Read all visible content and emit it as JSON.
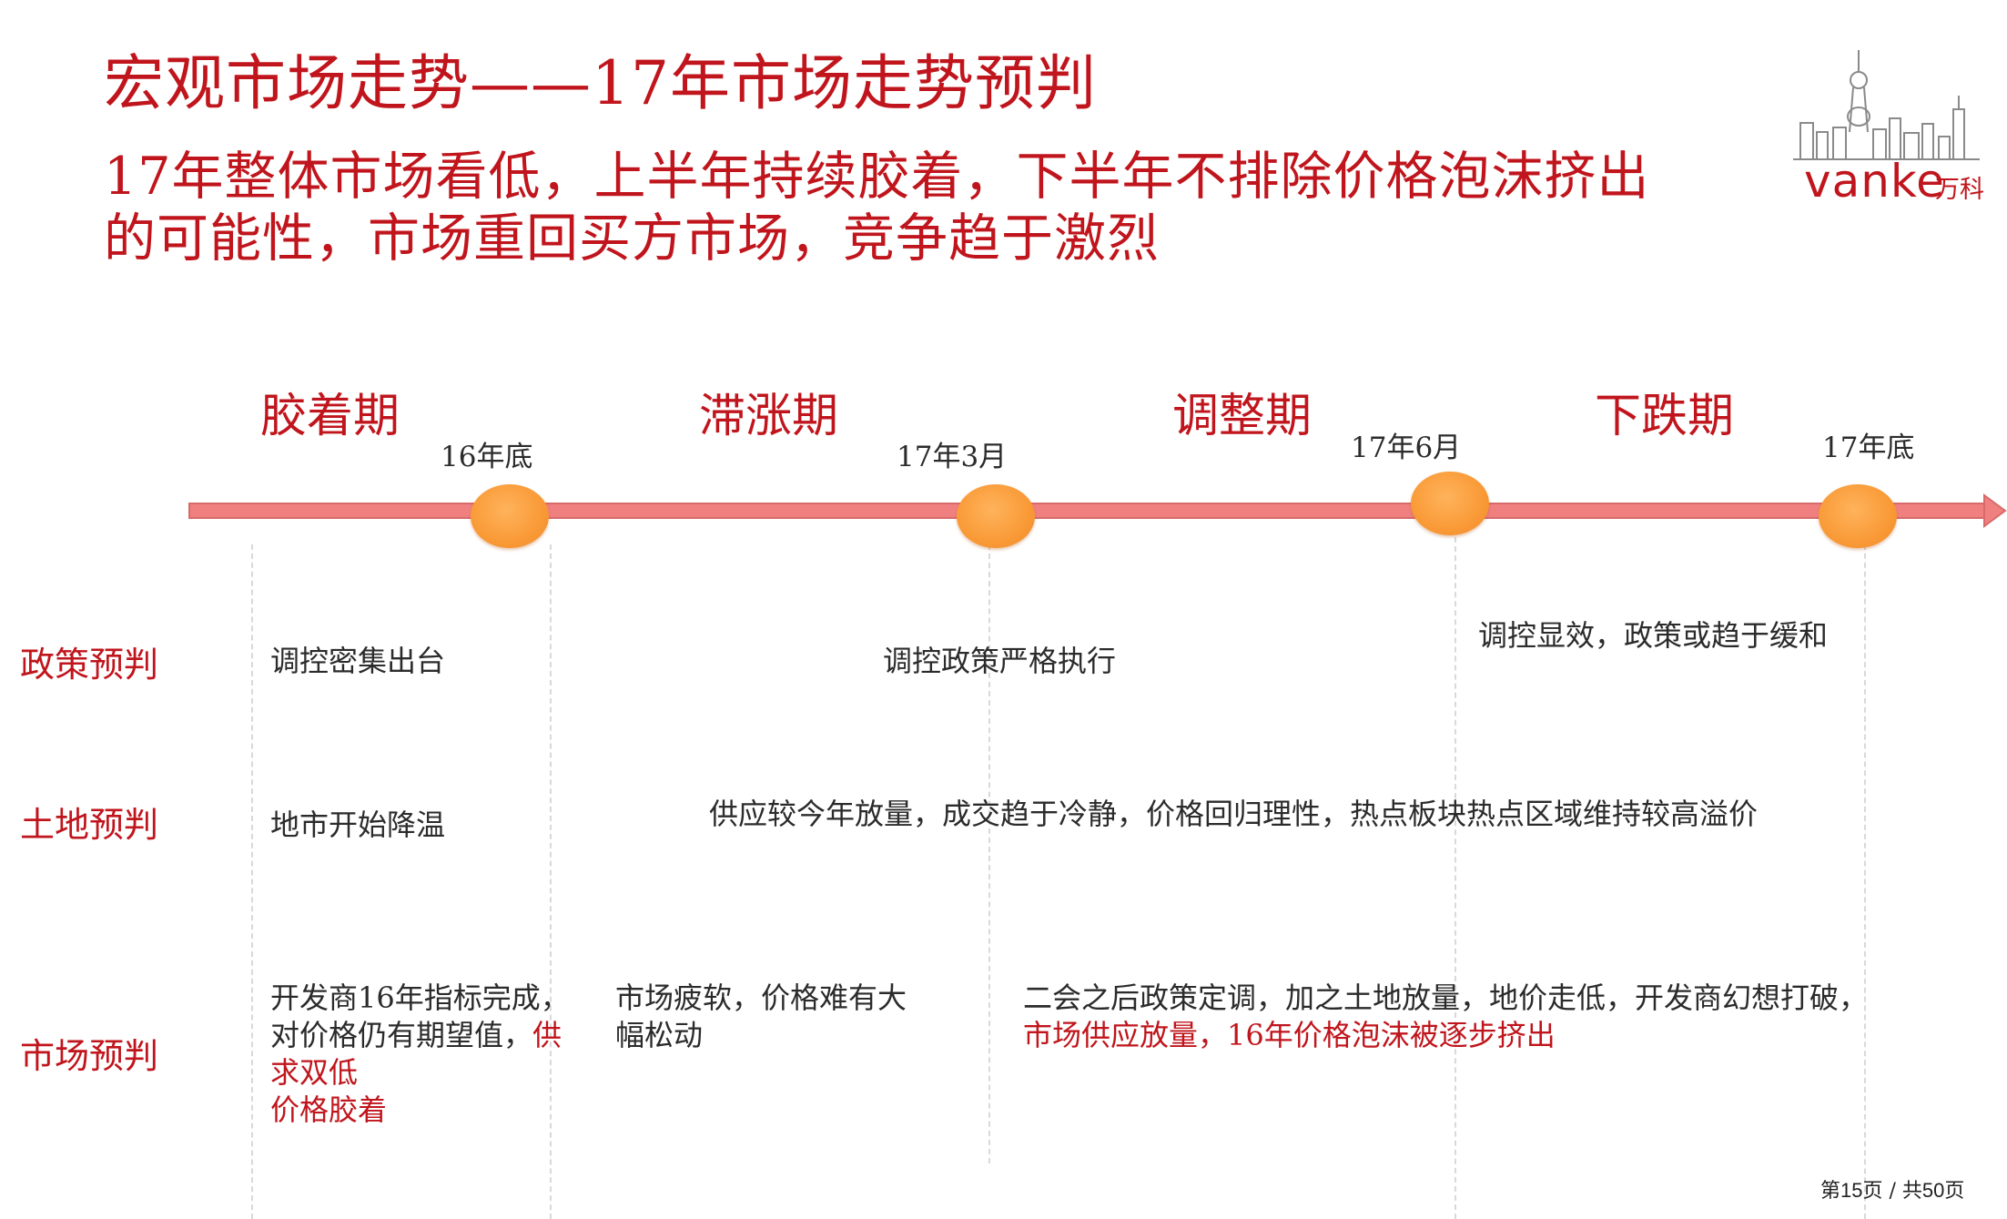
{
  "header": {
    "title": "宏观市场走势——17年市场走势预判",
    "subtitle": "17年整体市场看低，上半年持续胶着，下半年不排除价格泡沫挤出的可能性，市场重回买方市场，竞争趋于激烈"
  },
  "logo": {
    "text": "vanke",
    "text_cn": "万科"
  },
  "timeline": {
    "phases": [
      "胶着期",
      "滞涨期",
      "调整期",
      "下跌期"
    ],
    "milestones": [
      "16年底",
      "17年3月",
      "17年6月",
      "17年底"
    ]
  },
  "rows": {
    "policy": {
      "label": "政策预判",
      "p1": "调控密集出台",
      "p2": "调控政策严格执行",
      "p3": "调控显效，政策或趋于缓和"
    },
    "land": {
      "label": "土地预判",
      "p1": "地市开始降温",
      "p2": "供应较今年放量，成交趋于冷静，价格回归理性，热点板块热点区域维持较高溢价"
    },
    "market": {
      "label": "市场预判",
      "p1_line1": "开发商16年指标完成，",
      "p1_line2": "对价格仍有期望值，",
      "p1_line2_red": "供",
      "p1_line3_red": "求双低",
      "p1_line4_red": "价格胶着",
      "p2_line1": "市场疲软，价格难有大",
      "p2_line2": "幅松动",
      "p3_line1": "二会之后政策定调，加之土地放量，地价走低，开发商幻想打破，",
      "p3_line2_red": "市场供应放量，16年价格泡沫被逐步挤出"
    }
  },
  "footer": {
    "prefix": "第",
    "page": "15",
    "mid": "页 / 共",
    "total": "50",
    "suffix": "页"
  },
  "colors": {
    "accent_red": "#c0151c",
    "timeline_bar": "#f08080",
    "node_orange": "#f99a37"
  }
}
